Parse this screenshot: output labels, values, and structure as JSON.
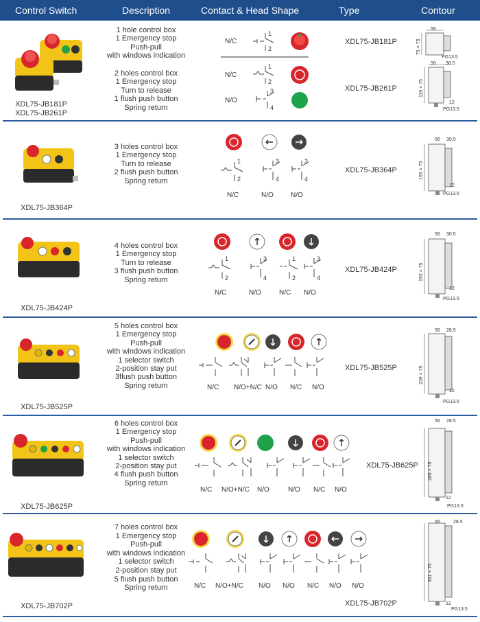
{
  "header": {
    "col_switch": "Control Switch",
    "col_desc": "Description",
    "col_contact": "Contact & Head Shape",
    "col_type": "Type",
    "col_contour": "Contour"
  },
  "colors": {
    "header_bg": "#1f4e8c",
    "box_yellow": "#f2c418",
    "box_dark": "#2b2b2b",
    "red_button": "#d8262c",
    "green_button": "#1fa34a",
    "black_button": "#3a3a3a"
  },
  "rows": [
    {
      "products": [
        "XDL75-JB181P",
        "XDL75-JB261P"
      ],
      "blocks": [
        {
          "description": [
            "1 hole control box",
            "1 Emergency stop",
            "Push-pull",
            "with windows indication"
          ],
          "contacts": [
            {
              "label": "N/C",
              "nums": [
                "1",
                "2"
              ]
            }
          ],
          "buttons": [
            "red-mushroom"
          ],
          "type": "XDL75-JB181P",
          "dims": {
            "w": "56",
            "h": "75 × 75",
            "pg": "PG13.5"
          }
        },
        {
          "description": [
            "2 holes control box",
            "1 Emergency stop",
            "Turn to release",
            "1 flush push button",
            "Spring return"
          ],
          "contacts": [
            {
              "label": "N/C",
              "nums": [
                "1",
                "2"
              ]
            },
            {
              "label": "N/O",
              "nums": [
                "3",
                "4"
              ]
            }
          ],
          "buttons": [
            "red-twist",
            "green-flush"
          ],
          "type": "XDL75-JB261P",
          "dims": {
            "w": "56",
            "d": "30.5",
            "h": "119 × 75",
            "c": "12",
            "pg": "PG13.5"
          }
        }
      ]
    },
    {
      "product": "XDL75-JB364P",
      "description": [
        "3 holes control box",
        "1 Emergency stop",
        "Turn to release",
        "2 flush push button",
        "Spring return"
      ],
      "contact_labels": [
        "N/C",
        "N/O",
        "N/O"
      ],
      "nums": [
        [
          "1",
          "2"
        ],
        [
          "3",
          "4"
        ],
        [
          "3",
          "4"
        ]
      ],
      "buttons": [
        "red-twist",
        "white-left",
        "black-right"
      ],
      "type": "XDL75-JB364P",
      "dims": {
        "w": "56",
        "d": "30.5",
        "h": "155 × 75",
        "c": "12",
        "pg": "PG13.5"
      }
    },
    {
      "product": "XDL75-JB424P",
      "description": [
        "4 holes control box",
        "1 Emergency stop",
        "Turn to release",
        "3 flush push button",
        "Spring return"
      ],
      "contact_labels": [
        "N/C",
        "N/O",
        "N/C",
        "N/O"
      ],
      "nums": [
        [
          "1",
          "2"
        ],
        [
          "3",
          "4"
        ],
        [
          "1",
          "2"
        ],
        [
          "3",
          "4"
        ]
      ],
      "buttons": [
        "red-twist",
        "white-up",
        "red-circle",
        "black-down"
      ],
      "type": "XDL75-JB424P",
      "dims": {
        "w": "56",
        "d": "30.5",
        "h": "193 × 75",
        "c": "12",
        "pg": "PG13.5"
      }
    },
    {
      "product": "XDL75-JB525P",
      "description": [
        "5 holes control box",
        "1 Emergency stop",
        "Push-pull",
        "with windows indication",
        "1 selector switch",
        "2-position stay put",
        "3flush push button",
        "Spring return"
      ],
      "contact_labels": [
        "N/C",
        "N/O+N/C",
        "N/O",
        "N/C",
        "N/O"
      ],
      "buttons": [
        "red-mushroom-ring",
        "selector",
        "black-down",
        "red-circle",
        "white-up"
      ],
      "type": "XDL75-JB525P",
      "dims": {
        "w": "56",
        "d": "28.5",
        "h": "239 × 75",
        "c": "12",
        "pg": "PG13.5"
      }
    },
    {
      "product": "XDL75-JB625P",
      "description": [
        "6 holes control box",
        "1 Emergency stop",
        "Push-pull",
        "with windows indication",
        "1 selector switch",
        "2-position stay put",
        "4 flush push button",
        "Spring return"
      ],
      "contact_labels": [
        "N/C",
        "N/O+N/C",
        "N/O",
        "N/O",
        "N/C",
        "N/O"
      ],
      "buttons": [
        "red-mushroom-ring",
        "selector",
        "green-flush",
        "black-down",
        "red-circle",
        "white-up"
      ],
      "type": "XDL75-JB625P",
      "dims": {
        "w": "56",
        "d": "28.5",
        "h": "285 × 75",
        "c": "12",
        "pg": "PG13.5"
      }
    },
    {
      "product": "XDL75-JB702P",
      "description": [
        "7 holes control box",
        "1 Emergency stop",
        "Push-pull",
        "with windows indication",
        "1 selector switch",
        "2-position stay put",
        "5 flush push button",
        "Spring return"
      ],
      "contact_labels": [
        "N/C",
        "N/O+N/C",
        "N/O",
        "N/O",
        "N/C",
        "N/O",
        "N/O"
      ],
      "buttons": [
        "red-mushroom-ring",
        "selector",
        "black-down",
        "white-up",
        "red-circle",
        "black-left",
        "white-right"
      ],
      "type": "XDL75-JB702P",
      "dims": {
        "w": "56",
        "d": "28.5",
        "h": "331 × 75",
        "c": "12",
        "pg": "PG13.5"
      }
    }
  ]
}
